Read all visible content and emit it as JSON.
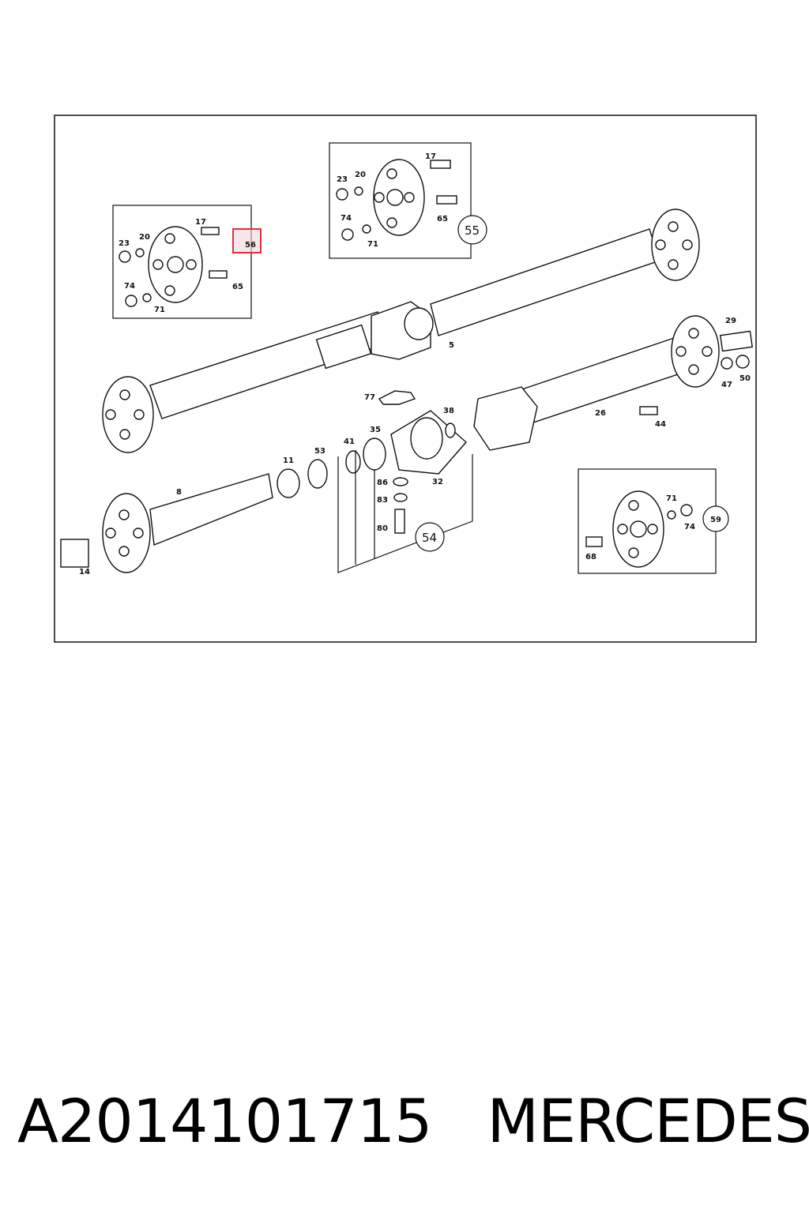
{
  "callouts": {
    "l17a": "17",
    "l23a": "23",
    "l20a": "20",
    "l56": "56",
    "l74a": "74",
    "l71a": "71",
    "l65a": "65",
    "l17b": "17",
    "l23b": "23",
    "l20b": "20",
    "l74b": "74",
    "l71b": "71",
    "l65b": "65",
    "l55": "55",
    "l5": "5",
    "l29": "29",
    "l47": "47",
    "l50": "50",
    "l77": "77",
    "l38": "38",
    "l26": "26",
    "l44": "44",
    "l41": "41",
    "l35": "35",
    "l11": "11",
    "l53": "53",
    "l86": "86",
    "l83": "83",
    "l32": "32",
    "l80": "80",
    "l54": "54",
    "l8": "8",
    "l14": "14",
    "l71c": "71",
    "l74c": "74",
    "l59": "59",
    "l68": "68"
  },
  "highlight": {
    "color": "#e0303a",
    "target": "56"
  },
  "caption": {
    "part_number": "A2014101715",
    "brand": "MERCEDES"
  }
}
